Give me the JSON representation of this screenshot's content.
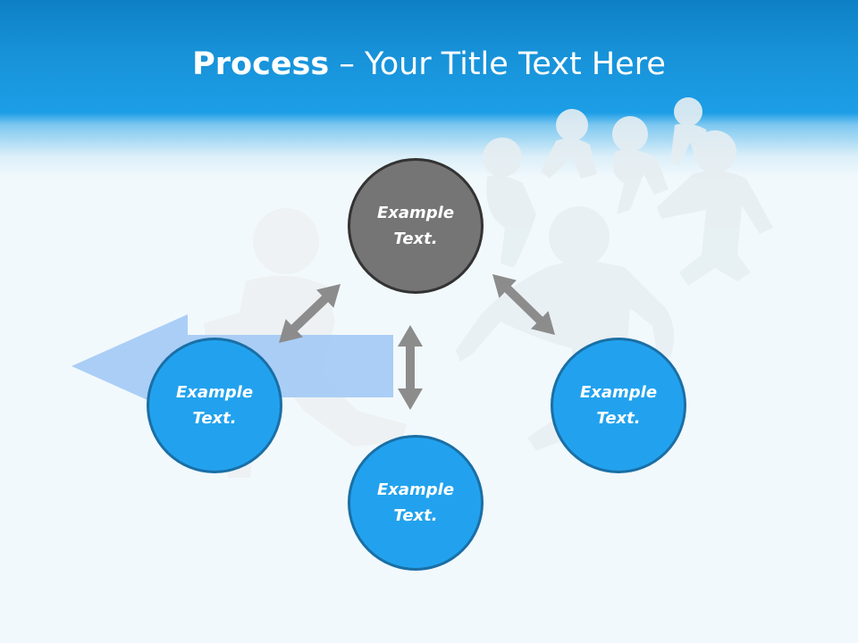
{
  "slide": {
    "title_bold": "Process",
    "title_rest": " – Your Title Text Here"
  },
  "diagram": {
    "nodes": [
      {
        "id": "top",
        "line1": "Example",
        "line2": "Text.",
        "color": "#757575"
      },
      {
        "id": "left",
        "line1": "Example",
        "line2": "Text.",
        "color": "#22a2ee"
      },
      {
        "id": "right",
        "line1": "Example",
        "line2": "Text.",
        "color": "#22a2ee"
      },
      {
        "id": "bottom",
        "line1": "Example",
        "line2": "Text.",
        "color": "#22a2ee"
      }
    ],
    "connectors": [
      {
        "from": "top",
        "to": "left",
        "style": "double-arrow"
      },
      {
        "from": "top",
        "to": "right",
        "style": "double-arrow"
      },
      {
        "from": "top",
        "to": "bottom",
        "style": "double-arrow"
      }
    ],
    "connector_color": "#8c8c8c"
  }
}
